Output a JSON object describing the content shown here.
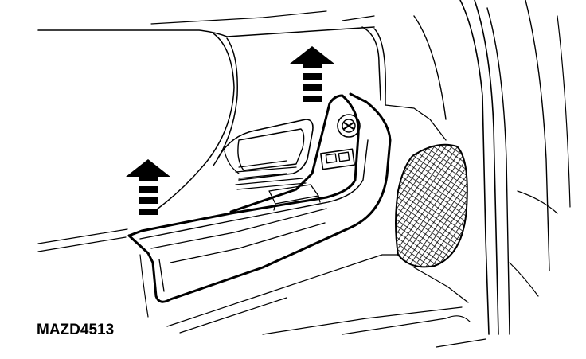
{
  "figure": {
    "reference_code": "MAZD4513"
  },
  "colors": {
    "ink": "#000000",
    "paper": "#ffffff"
  },
  "arrows": [
    {
      "name": "upper-lift-arrow",
      "direction": "up",
      "icon": "arrow-up-icon"
    },
    {
      "name": "lower-lift-arrow",
      "direction": "up",
      "icon": "arrow-up-icon"
    }
  ]
}
